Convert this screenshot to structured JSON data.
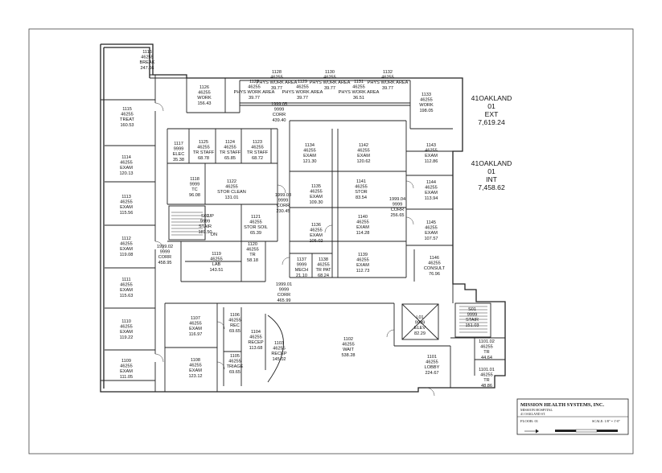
{
  "rooms": [
    {
      "id": "r1116",
      "lines": [
        "1116",
        "46255",
        "BREAK",
        "247.66"
      ]
    },
    {
      "id": "r1115",
      "lines": [
        "1115",
        "46255",
        "TREAT",
        "160.53"
      ]
    },
    {
      "id": "r1114",
      "lines": [
        "1114",
        "46255",
        "EXAM",
        "120.13"
      ]
    },
    {
      "id": "r1113",
      "lines": [
        "1113",
        "46255",
        "EXAM",
        "115.56"
      ]
    },
    {
      "id": "r1112",
      "lines": [
        "1112",
        "46255",
        "EXAM",
        "119.08"
      ]
    },
    {
      "id": "r1111",
      "lines": [
        "1111",
        "46255",
        "EXAM",
        "115.63"
      ]
    },
    {
      "id": "r1110",
      "lines": [
        "1110",
        "46255",
        "EXAM",
        "119.22"
      ]
    },
    {
      "id": "r1109",
      "lines": [
        "1109",
        "46255",
        "EXAM",
        "111.05"
      ]
    },
    {
      "id": "r1126",
      "lines": [
        "1126",
        "46255",
        "WORK",
        "156.43"
      ]
    },
    {
      "id": "r1127",
      "lines": [
        "1127",
        "46255",
        "PHYS WORK AREA",
        "39.77"
      ]
    },
    {
      "id": "r1128",
      "lines": [
        "1128",
        "46255",
        "PHYS WORK AREA",
        "39.77"
      ]
    },
    {
      "id": "r1129",
      "lines": [
        "1129",
        "46255",
        "PHYS WORK AREA",
        "39.77"
      ]
    },
    {
      "id": "r1130",
      "lines": [
        "1130",
        "46255",
        "PHYS WORK AREA",
        "39.77"
      ]
    },
    {
      "id": "r1131",
      "lines": [
        "1131",
        "46255",
        "PHYS WORK AREA",
        "36.51"
      ]
    },
    {
      "id": "r1132",
      "lines": [
        "1132",
        "46255",
        "PHYS WORK AREA",
        "39.77"
      ]
    },
    {
      "id": "r1133",
      "lines": [
        "1133",
        "46255",
        "WORK",
        "198.05"
      ]
    },
    {
      "id": "r199905",
      "lines": [
        "1999.05",
        "9999",
        "CORR",
        "439.40"
      ]
    },
    {
      "id": "r1117",
      "lines": [
        "1117",
        "9999",
        "ELEC",
        "35.38"
      ]
    },
    {
      "id": "r1125",
      "lines": [
        "1125",
        "46255",
        "TR STAFF",
        "68.78"
      ]
    },
    {
      "id": "r1124",
      "lines": [
        "1124",
        "46255",
        "TR STAFF",
        "65.85"
      ]
    },
    {
      "id": "r1123",
      "lines": [
        "1123",
        "46255",
        "TR STAFF",
        "68.72"
      ]
    },
    {
      "id": "r1118",
      "lines": [
        "1118",
        "9999",
        "TC",
        "96.08"
      ]
    },
    {
      "id": "r1122",
      "lines": [
        "1122",
        "46255",
        "STOR CLEAN",
        "131.01"
      ]
    },
    {
      "id": "rs02",
      "lines": [
        "S02",
        "9999",
        "STAIR",
        "189.50"
      ]
    },
    {
      "id": "r1121",
      "lines": [
        "1121",
        "46255",
        "STOR SOIL",
        "65.39"
      ]
    },
    {
      "id": "r199903",
      "lines": [
        "1999.03",
        "9999",
        "CORR",
        "230.45"
      ]
    },
    {
      "id": "r1120",
      "lines": [
        "1120",
        "46255",
        "TR",
        "58.18"
      ]
    },
    {
      "id": "r1119",
      "lines": [
        "1119",
        "46255",
        "LAB",
        "143.51"
      ]
    },
    {
      "id": "r199902",
      "lines": [
        "1999.02",
        "9999",
        "CORR",
        "458.95"
      ]
    },
    {
      "id": "r1134",
      "lines": [
        "1134",
        "46255",
        "EXAM",
        "121.30"
      ]
    },
    {
      "id": "r1142",
      "lines": [
        "1142",
        "46255",
        "EXAM",
        "120.62"
      ]
    },
    {
      "id": "r1143",
      "lines": [
        "1143",
        "46255",
        "EXAM",
        "112.86"
      ]
    },
    {
      "id": "r1135",
      "lines": [
        "1135",
        "46255",
        "EXAM",
        "109.30"
      ]
    },
    {
      "id": "r1141",
      "lines": [
        "1141",
        "46255",
        "STOR",
        "83.54"
      ]
    },
    {
      "id": "r1144",
      "lines": [
        "1144",
        "46255",
        "EXAM",
        "113.94"
      ]
    },
    {
      "id": "r199904",
      "lines": [
        "1999.04",
        "9999",
        "CORR",
        "256.65"
      ]
    },
    {
      "id": "r1136",
      "lines": [
        "1136",
        "46255",
        "EXAM",
        "105.02"
      ]
    },
    {
      "id": "r1140",
      "lines": [
        "1140",
        "46255",
        "EXAM",
        "114.28"
      ]
    },
    {
      "id": "r1145",
      "lines": [
        "1145",
        "46255",
        "EXAM",
        "107.57"
      ]
    },
    {
      "id": "r1137",
      "lines": [
        "1137",
        "9999",
        "MECH",
        "21.10"
      ]
    },
    {
      "id": "r1138",
      "lines": [
        "1138",
        "46255",
        "TR PAT",
        "68.24"
      ]
    },
    {
      "id": "r1139",
      "lines": [
        "1139",
        "46255",
        "EXAM",
        "112.73"
      ]
    },
    {
      "id": "r1146",
      "lines": [
        "1146",
        "46255",
        "CONSULT",
        "76.96"
      ]
    },
    {
      "id": "r199901",
      "lines": [
        "1999.01",
        "9999",
        "CORR",
        "465.99"
      ]
    },
    {
      "id": "r1107",
      "lines": [
        "1107",
        "46255",
        "EXAM",
        "116.97"
      ]
    },
    {
      "id": "r1106",
      "lines": [
        "1106",
        "46255",
        "REC",
        "69.65"
      ]
    },
    {
      "id": "r1104",
      "lines": [
        "1104",
        "46255",
        "RECEP",
        "113.68"
      ]
    },
    {
      "id": "r1103",
      "lines": [
        "1103",
        "46255",
        "RECEP",
        "145.02"
      ]
    },
    {
      "id": "r1102",
      "lines": [
        "1102",
        "46255",
        "WAIT",
        "538.28"
      ]
    },
    {
      "id": "rl01",
      "lines": [
        "L01",
        "9999",
        "ELEV",
        "82.29"
      ]
    },
    {
      "id": "rs01",
      "lines": [
        "S01",
        "9999",
        "STAIR",
        "151.03"
      ]
    },
    {
      "id": "r110102",
      "lines": [
        "1101.02",
        "46255",
        "TR",
        "44.64"
      ]
    },
    {
      "id": "r1108",
      "lines": [
        "1108",
        "46255",
        "EXAM",
        "123.12"
      ]
    },
    {
      "id": "r1105",
      "lines": [
        "1105",
        "46255",
        "TRIAGE",
        "69.65"
      ]
    },
    {
      "id": "r1101",
      "lines": [
        "1101",
        "46255",
        "LOBBY",
        "224.67"
      ]
    },
    {
      "id": "r110101",
      "lines": [
        "1101.01",
        "46255",
        "TR",
        "48.86"
      ]
    }
  ],
  "stair_arrows": {
    "up": "UP",
    "down": "DN"
  },
  "summary": {
    "ext": [
      "41OAKLAND",
      "01",
      "EXT",
      "7,619.24"
    ],
    "int": [
      "41OAKLAND",
      "01",
      "INT",
      "7,458.62"
    ]
  },
  "title_block": {
    "company": "MISSION HEALTH SYSTEMS, INC.",
    "facility": "MISSION HOSPITAL",
    "address": "41 OAKLAND ST.",
    "floor": "FLOOR: 01",
    "scale": "SCALE: 1/8\" = 1'-0\""
  }
}
